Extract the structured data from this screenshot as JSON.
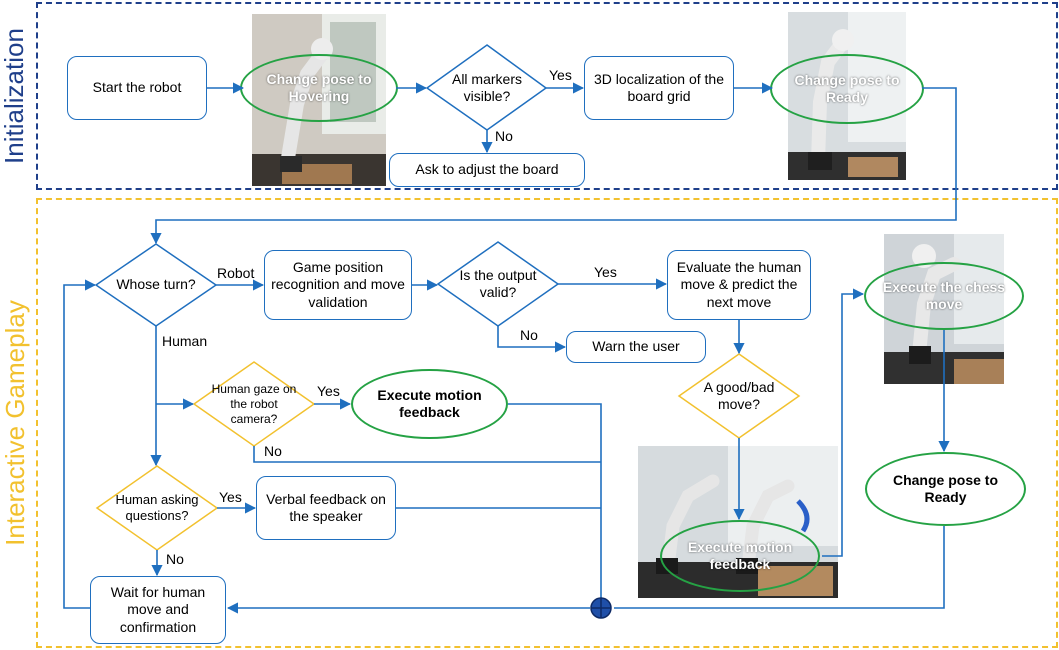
{
  "sections": {
    "initialization": "Initialization",
    "gameplay": "Interactive Gameplay"
  },
  "nodes": {
    "start_robot": "Start the robot",
    "change_pose_hovering": "Change pose to Hovering",
    "all_markers_visible": "All markers visible?",
    "localization_3d": "3D localization of the board grid",
    "change_pose_ready_init": "Change pose to Ready",
    "ask_adjust_board": "Ask to adjust the board",
    "whose_turn": "Whose turn?",
    "game_position": "Game position recognition and move validation",
    "output_valid": "Is the output valid?",
    "evaluate_move": "Evaluate the human move & predict the next move",
    "warn_user": "Warn the user",
    "execute_chess_move": "Execute the chess move",
    "good_bad_move": "A good/bad move?",
    "human_gaze": "Human gaze on the robot camera?",
    "execute_motion_feedback_1": "Execute motion feedback",
    "human_asking": "Human asking questions?",
    "verbal_feedback": "Verbal feedback on the speaker",
    "execute_motion_feedback_2": "Execute motion feedback",
    "change_pose_ready_game": "Change pose to Ready",
    "wait_human": "Wait for human move and confirmation"
  },
  "edge_labels": {
    "markers_yes": "Yes",
    "markers_no": "No",
    "turn_robot": "Robot",
    "turn_human": "Human",
    "valid_yes": "Yes",
    "valid_no": "No",
    "gaze_yes": "Yes",
    "gaze_no": "No",
    "asking_yes": "Yes",
    "asking_no": "No"
  },
  "colors": {
    "init_border": "#1f3f8a",
    "game_border": "#f2c12e",
    "flow_blue": "#1f6fbf",
    "ellipse_green": "#25a244",
    "diamond_blue": "#1f6fbf",
    "diamond_yellow": "#f2c12e"
  }
}
